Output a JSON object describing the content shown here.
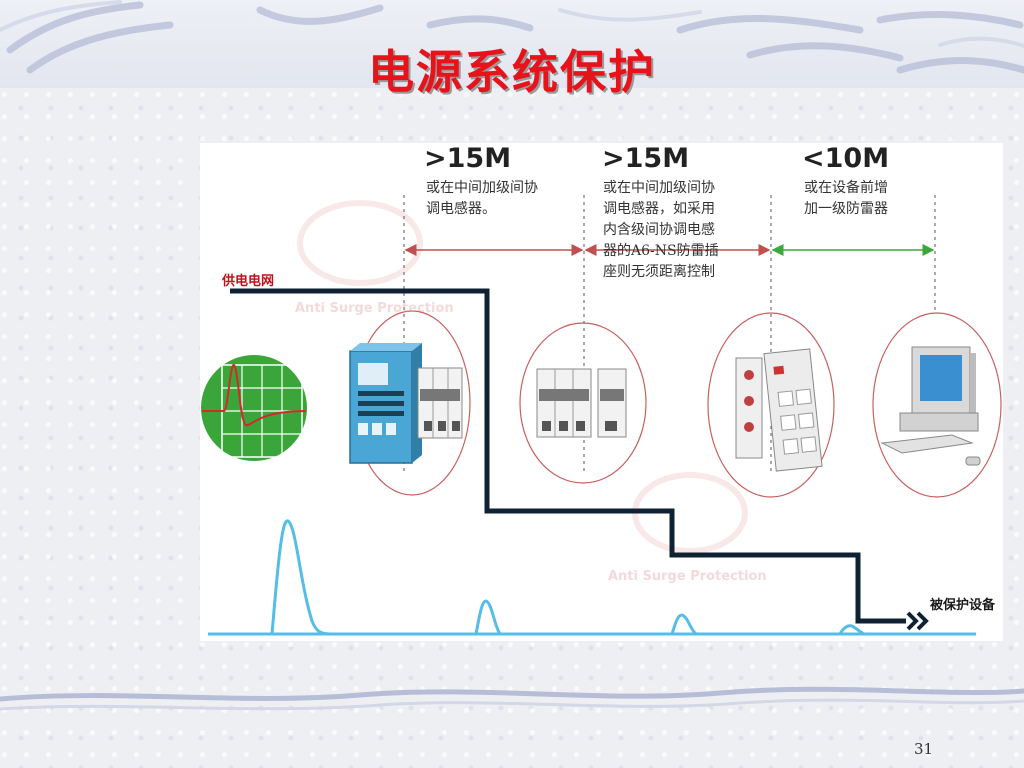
{
  "slide": {
    "title": "电源系统保护",
    "page_number": "31"
  },
  "diagram": {
    "zones": [
      {
        "distance": ">15M",
        "note_lines": [
          "或在中间加级间协",
          "调电感器。"
        ]
      },
      {
        "distance": ">15M",
        "note_lines": [
          "或在中间加级间协",
          "调电感器，如采用",
          "内含级间协调电感",
          "器的A6-NS防雷插",
          "座则无须距离控制"
        ]
      },
      {
        "distance": "<10M",
        "note_lines": [
          "或在设备前增",
          "加一级防雷器"
        ]
      }
    ],
    "grid_label": "供电电网",
    "load_label": "被保护设备",
    "watermark_text": "Anti Surge Protection",
    "colors": {
      "title": "#e8121b",
      "zone_arrow_red": "#c05050",
      "zone_arrow_green": "#3aa83a",
      "power_line": "#0f2233",
      "surge_wave": "#55bde6",
      "circle": "#c86060"
    },
    "icons": [
      "oscilloscope-icon",
      "surge-protector-panel-icon",
      "breaker-module-icon",
      "power-strip-icon",
      "computer-icon"
    ]
  }
}
